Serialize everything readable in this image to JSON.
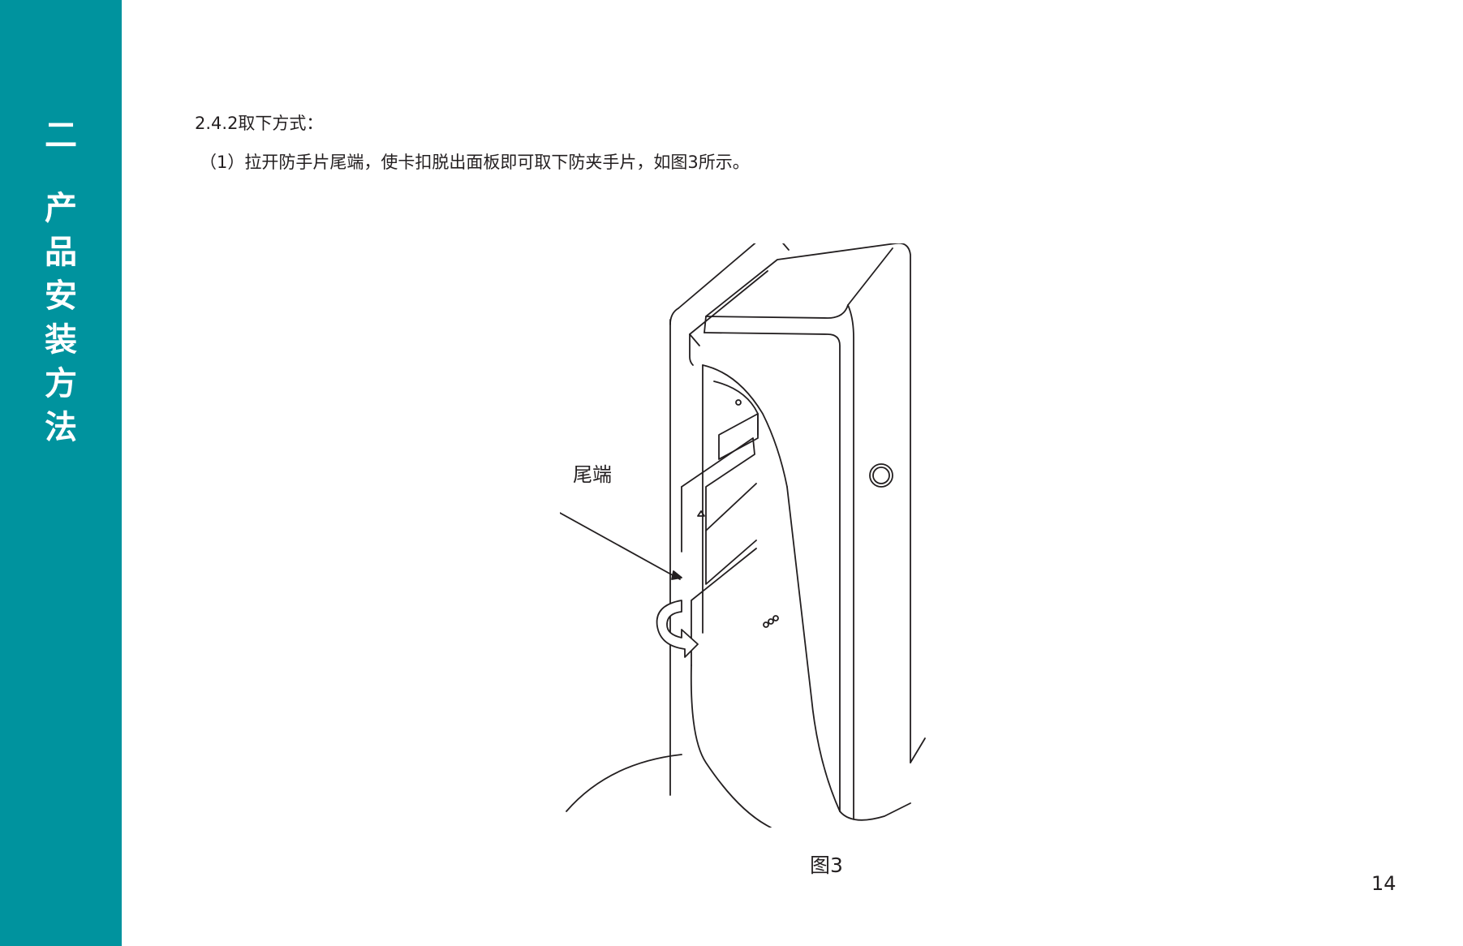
{
  "sidebar": {
    "chapter_number": "二",
    "chapter_title_chars": [
      "产",
      "品",
      "安",
      "装",
      "方",
      "法"
    ],
    "band_color": "#00939e"
  },
  "content": {
    "section_heading": "2.4.2取下方式：",
    "step_1": "（1）拉开防手片尾端，使卡扣脱出面板即可取下防夹手片，如图3所示。"
  },
  "figure": {
    "callout_label": "尾端",
    "caption": "图3",
    "icons": [
      "door-lock-illustration",
      "curved-arrow-icon",
      "callout-leader-line"
    ]
  },
  "footer": {
    "page_number": "14"
  }
}
